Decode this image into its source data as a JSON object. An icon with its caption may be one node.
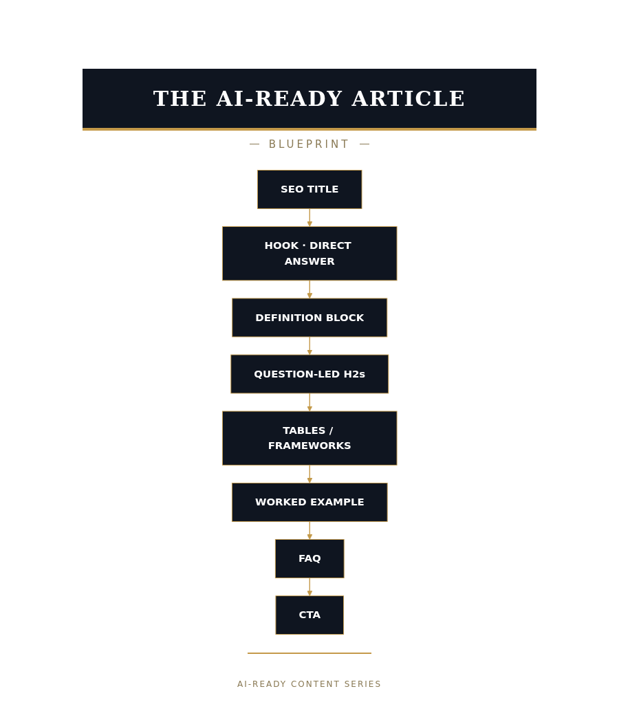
{
  "diagram": {
    "title": "THE AI-READY ARTICLE",
    "caption": "AI-READY CONTENT SERIES",
    "labels": [
      "BLUEPRINT"
    ],
    "nodes": [
      {
        "text": [
          "SEO TITLE"
        ]
      },
      {
        "text": [
          "HOOK · DIRECT ANSWER"
        ]
      },
      {
        "text": [
          "DEFINITION BLOCK"
        ]
      },
      {
        "text": [
          "QUESTION-LED H2s"
        ]
      },
      {
        "text": [
          "TABLES / FRAMEWORKS"
        ]
      },
      {
        "text": [
          "WORKED EXAMPLE"
        ]
      },
      {
        "text": [
          "FAQ"
        ]
      },
      {
        "text": [
          "CTA"
        ]
      }
    ],
    "edges": [
      {
        "from": 0,
        "to": 1,
        "arrow": "to"
      },
      {
        "from": 1,
        "to": 2,
        "arrow": "to"
      },
      {
        "from": 2,
        "to": 3,
        "arrow": "to"
      },
      {
        "from": 3,
        "to": 4,
        "arrow": "to"
      },
      {
        "from": 4,
        "to": 5,
        "arrow": "to"
      },
      {
        "from": 5,
        "to": 6,
        "arrow": "to"
      },
      {
        "from": 6,
        "to": 7,
        "arrow": "to"
      }
    ]
  }
}
